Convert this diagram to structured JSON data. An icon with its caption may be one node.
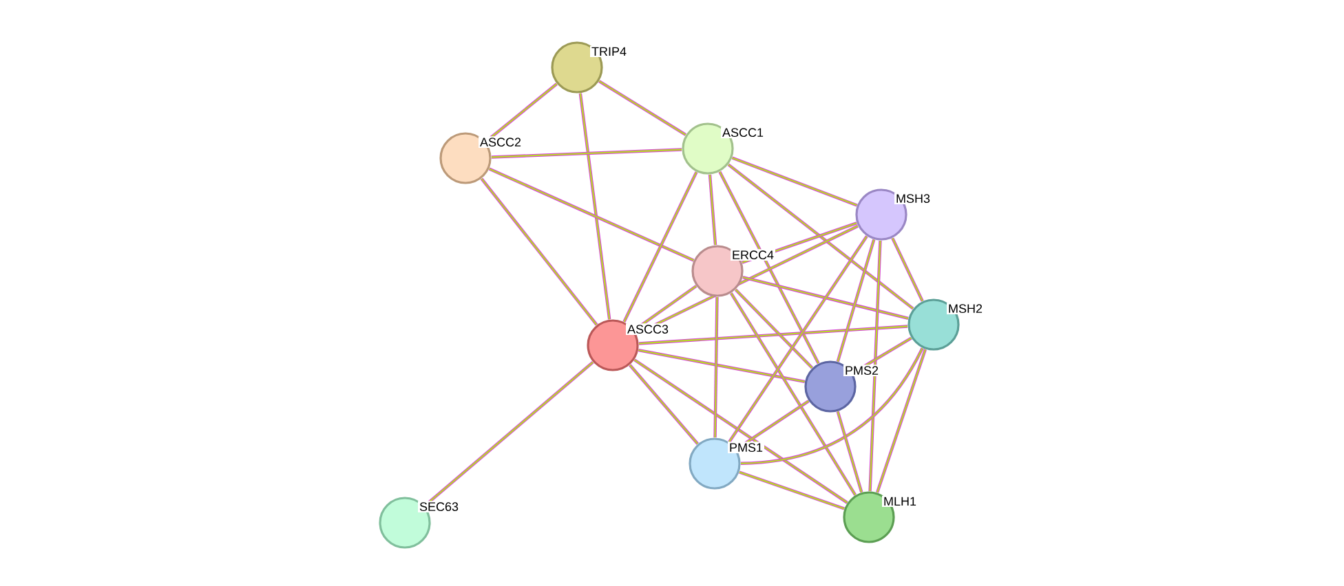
{
  "diagram": {
    "nodes": [
      {
        "text": [
          "TRIP4"
        ]
      },
      {
        "text": [
          "ASCC2"
        ]
      },
      {
        "text": [
          "ASCC1"
        ]
      },
      {
        "text": [
          "MSH3"
        ]
      },
      {
        "text": [
          "ERCC4"
        ]
      },
      {
        "text": [
          "MSH2"
        ]
      },
      {
        "text": [
          "ASCC3"
        ]
      },
      {
        "text": [
          "PMS2"
        ]
      },
      {
        "text": [
          "PMS1"
        ]
      },
      {
        "text": [
          "MLH1"
        ]
      },
      {
        "text": [
          "SEC63"
        ]
      }
    ],
    "edges": [
      {
        "from": 0,
        "to": 1,
        "arrow": "none"
      },
      {
        "from": 0,
        "to": 2,
        "arrow": "none"
      },
      {
        "from": 0,
        "to": 6,
        "arrow": "none"
      },
      {
        "from": 1,
        "to": 2,
        "arrow": "none"
      },
      {
        "from": 1,
        "to": 6,
        "arrow": "none"
      },
      {
        "from": 1,
        "to": 4,
        "arrow": "none"
      },
      {
        "from": 2,
        "to": 6,
        "arrow": "none"
      },
      {
        "from": 2,
        "to": 4,
        "arrow": "none"
      },
      {
        "from": 2,
        "to": 3,
        "arrow": "none"
      },
      {
        "from": 2,
        "to": 5,
        "arrow": "none"
      },
      {
        "from": 2,
        "to": 7,
        "arrow": "none"
      },
      {
        "from": 6,
        "to": 4,
        "arrow": "none"
      },
      {
        "from": 6,
        "to": 3,
        "arrow": "none"
      },
      {
        "from": 6,
        "to": 5,
        "arrow": "none"
      },
      {
        "from": 6,
        "to": 7,
        "arrow": "none"
      },
      {
        "from": 6,
        "to": 8,
        "arrow": "none"
      },
      {
        "from": 6,
        "to": 9,
        "arrow": "none"
      },
      {
        "from": 6,
        "to": 10,
        "arrow": "none"
      },
      {
        "from": 4,
        "to": 3,
        "arrow": "none"
      },
      {
        "from": 4,
        "to": 5,
        "arrow": "none"
      },
      {
        "from": 4,
        "to": 7,
        "arrow": "none"
      },
      {
        "from": 4,
        "to": 8,
        "arrow": "none"
      },
      {
        "from": 4,
        "to": 9,
        "arrow": "none"
      },
      {
        "from": 3,
        "to": 5,
        "arrow": "none"
      },
      {
        "from": 3,
        "to": 7,
        "arrow": "none"
      },
      {
        "from": 3,
        "to": 8,
        "arrow": "none"
      },
      {
        "from": 3,
        "to": 9,
        "arrow": "none"
      },
      {
        "from": 5,
        "to": 7,
        "arrow": "none"
      },
      {
        "from": 5,
        "to": 8,
        "arrow": "none"
      },
      {
        "from": 5,
        "to": 9,
        "arrow": "none"
      },
      {
        "from": 7,
        "to": 8,
        "arrow": "none"
      },
      {
        "from": 7,
        "to": 9,
        "arrow": "none"
      },
      {
        "from": 8,
        "to": 9,
        "arrow": "none"
      }
    ]
  }
}
